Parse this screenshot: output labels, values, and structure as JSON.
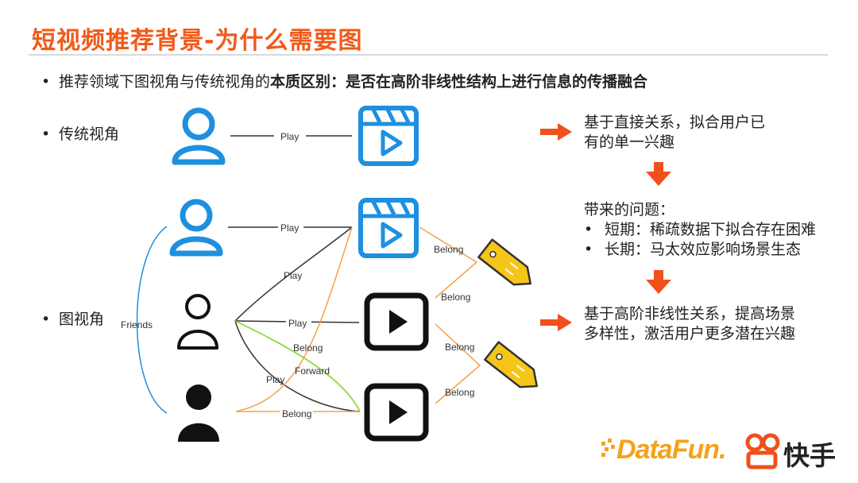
{
  "title": "短视频推荐背景-为什么需要图",
  "intro": {
    "prefix": "推荐领域下图视角与传统视角的",
    "bold1": "本质区别",
    "sep": "：",
    "bold2": "是否在高阶非线性结构上进行信息的传播融合"
  },
  "left_labels": {
    "traditional": "传统视角",
    "graph": "图视角"
  },
  "edge_labels": {
    "play": "Play",
    "belong": "Belong",
    "friends": "Friends",
    "forward": "Forward"
  },
  "right_panel": {
    "traditional_line1": "基于直接关系，拟合用户已",
    "traditional_line2": "有的单一兴趣",
    "problems_title": "带来的问题：",
    "problem1": "短期：稀疏数据下拟合存在困难",
    "problem2": "长期：马太效应影响场景生态",
    "graph_line1": "基于高阶非线性关系，提高场景",
    "graph_line2": "多样性，激活用户更多潜在兴趣"
  },
  "logos": {
    "datafun": "DataFun.",
    "kuaishou": "快手"
  },
  "colors": {
    "title": "#f05a1a",
    "blue": "#1e90e0",
    "orange_line": "#f5a04a",
    "green_line": "#8ed83a",
    "tag_yellow": "#f5c518",
    "arrow": "#f0501a"
  }
}
